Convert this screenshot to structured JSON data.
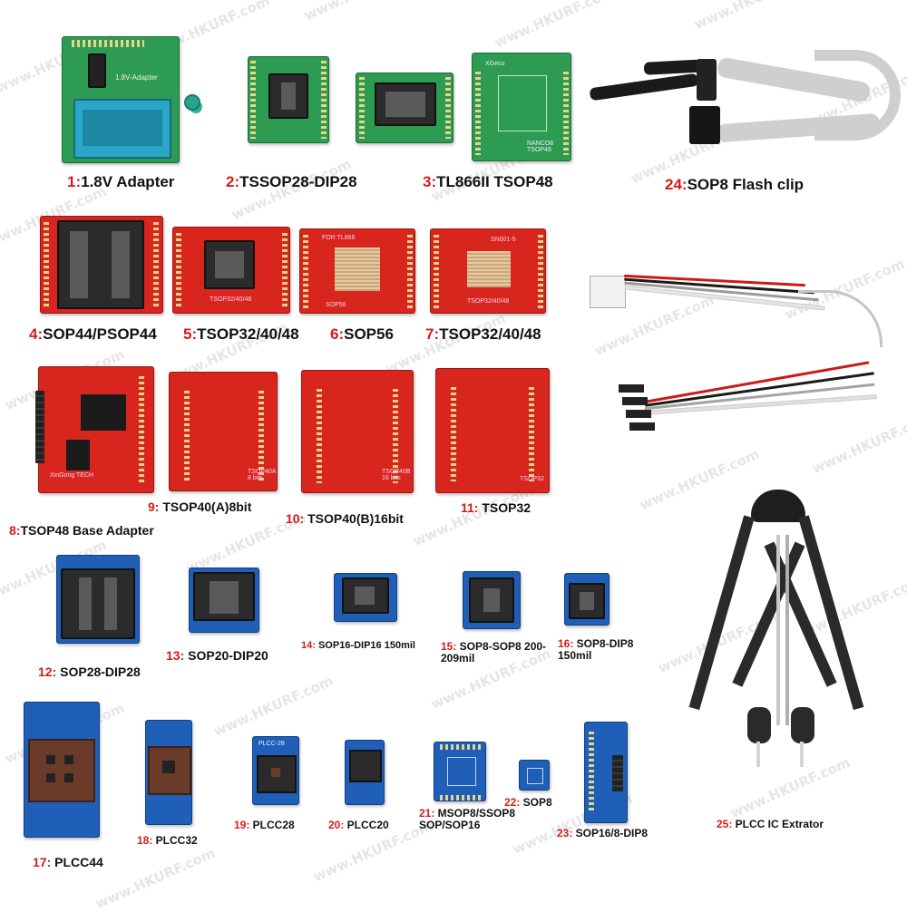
{
  "watermark": "www.HKURF.com",
  "accent_color": "#d41c1c",
  "board_colors": {
    "green": "#2e9b53",
    "red": "#d8261e",
    "blue": "#1f5fb8"
  },
  "items": [
    {
      "num": "1:",
      "name": "1.8V Adapter"
    },
    {
      "num": "2:",
      "name": "TSSOP28-DIP28"
    },
    {
      "num": "3:",
      "name": "TL866II TSOP48"
    },
    {
      "num": "24:",
      "name": "SOP8 Flash clip"
    },
    {
      "num": "4:",
      "name": "SOP44/PSOP44"
    },
    {
      "num": "5:",
      "name": "TSOP32/40/48"
    },
    {
      "num": "6:",
      "name": "SOP56"
    },
    {
      "num": "7:",
      "name": "TSOP32/40/48"
    },
    {
      "num": "9:",
      "name": " TSOP40(A)8bit"
    },
    {
      "num": "10:",
      "name": " TSOP40(B)16bit"
    },
    {
      "num": "11:",
      "name": " TSOP32"
    },
    {
      "num": "8:",
      "name": "TSOP48 Base Adapter"
    },
    {
      "num": "12:",
      "name": " SOP28-DIP28"
    },
    {
      "num": "13:",
      "name": " SOP20-DIP20"
    },
    {
      "num": "14:",
      "name": " SOP16-DIP16 150mil"
    },
    {
      "num": "15:",
      "name": " SOP8-SOP8 200-209mil"
    },
    {
      "num": "16:",
      "name": " SOP8-DIP8 150mil"
    },
    {
      "num": "17:",
      "name": " PLCC44"
    },
    {
      "num": "18:",
      "name": " PLCC32"
    },
    {
      "num": "19:",
      "name": " PLCC28"
    },
    {
      "num": "20:",
      "name": " PLCC20"
    },
    {
      "num": "21:",
      "name": " MSOP8/SSOP8 SOP/SOP16"
    },
    {
      "num": "22:",
      "name": " SOP8"
    },
    {
      "num": "23:",
      "name": " SOP16/8-DIP8"
    },
    {
      "num": "25:",
      "name": " PLCC IC Extrator"
    }
  ],
  "board_texts": {
    "adapter_1": "1.8V-Adapter",
    "adapter_3_top": "XGecu",
    "adapter_3_bottom": "NANCO8 TSOP48",
    "adapter_5": "TSOP32/40/48",
    "adapter_6_top": "FOR TL866",
    "adapter_6_bottom": "SOP56",
    "adapter_7_top": "SN001-5",
    "adapter_7_bottom": "TSOP32/40/48",
    "adapter_8": "XinGong TECH",
    "adapter_9": "TSOP40A 8 bits",
    "adapter_10": "TSOP40B 16 bits",
    "adapter_11": "TSOP32",
    "adapter_19": "PLCC-28"
  }
}
